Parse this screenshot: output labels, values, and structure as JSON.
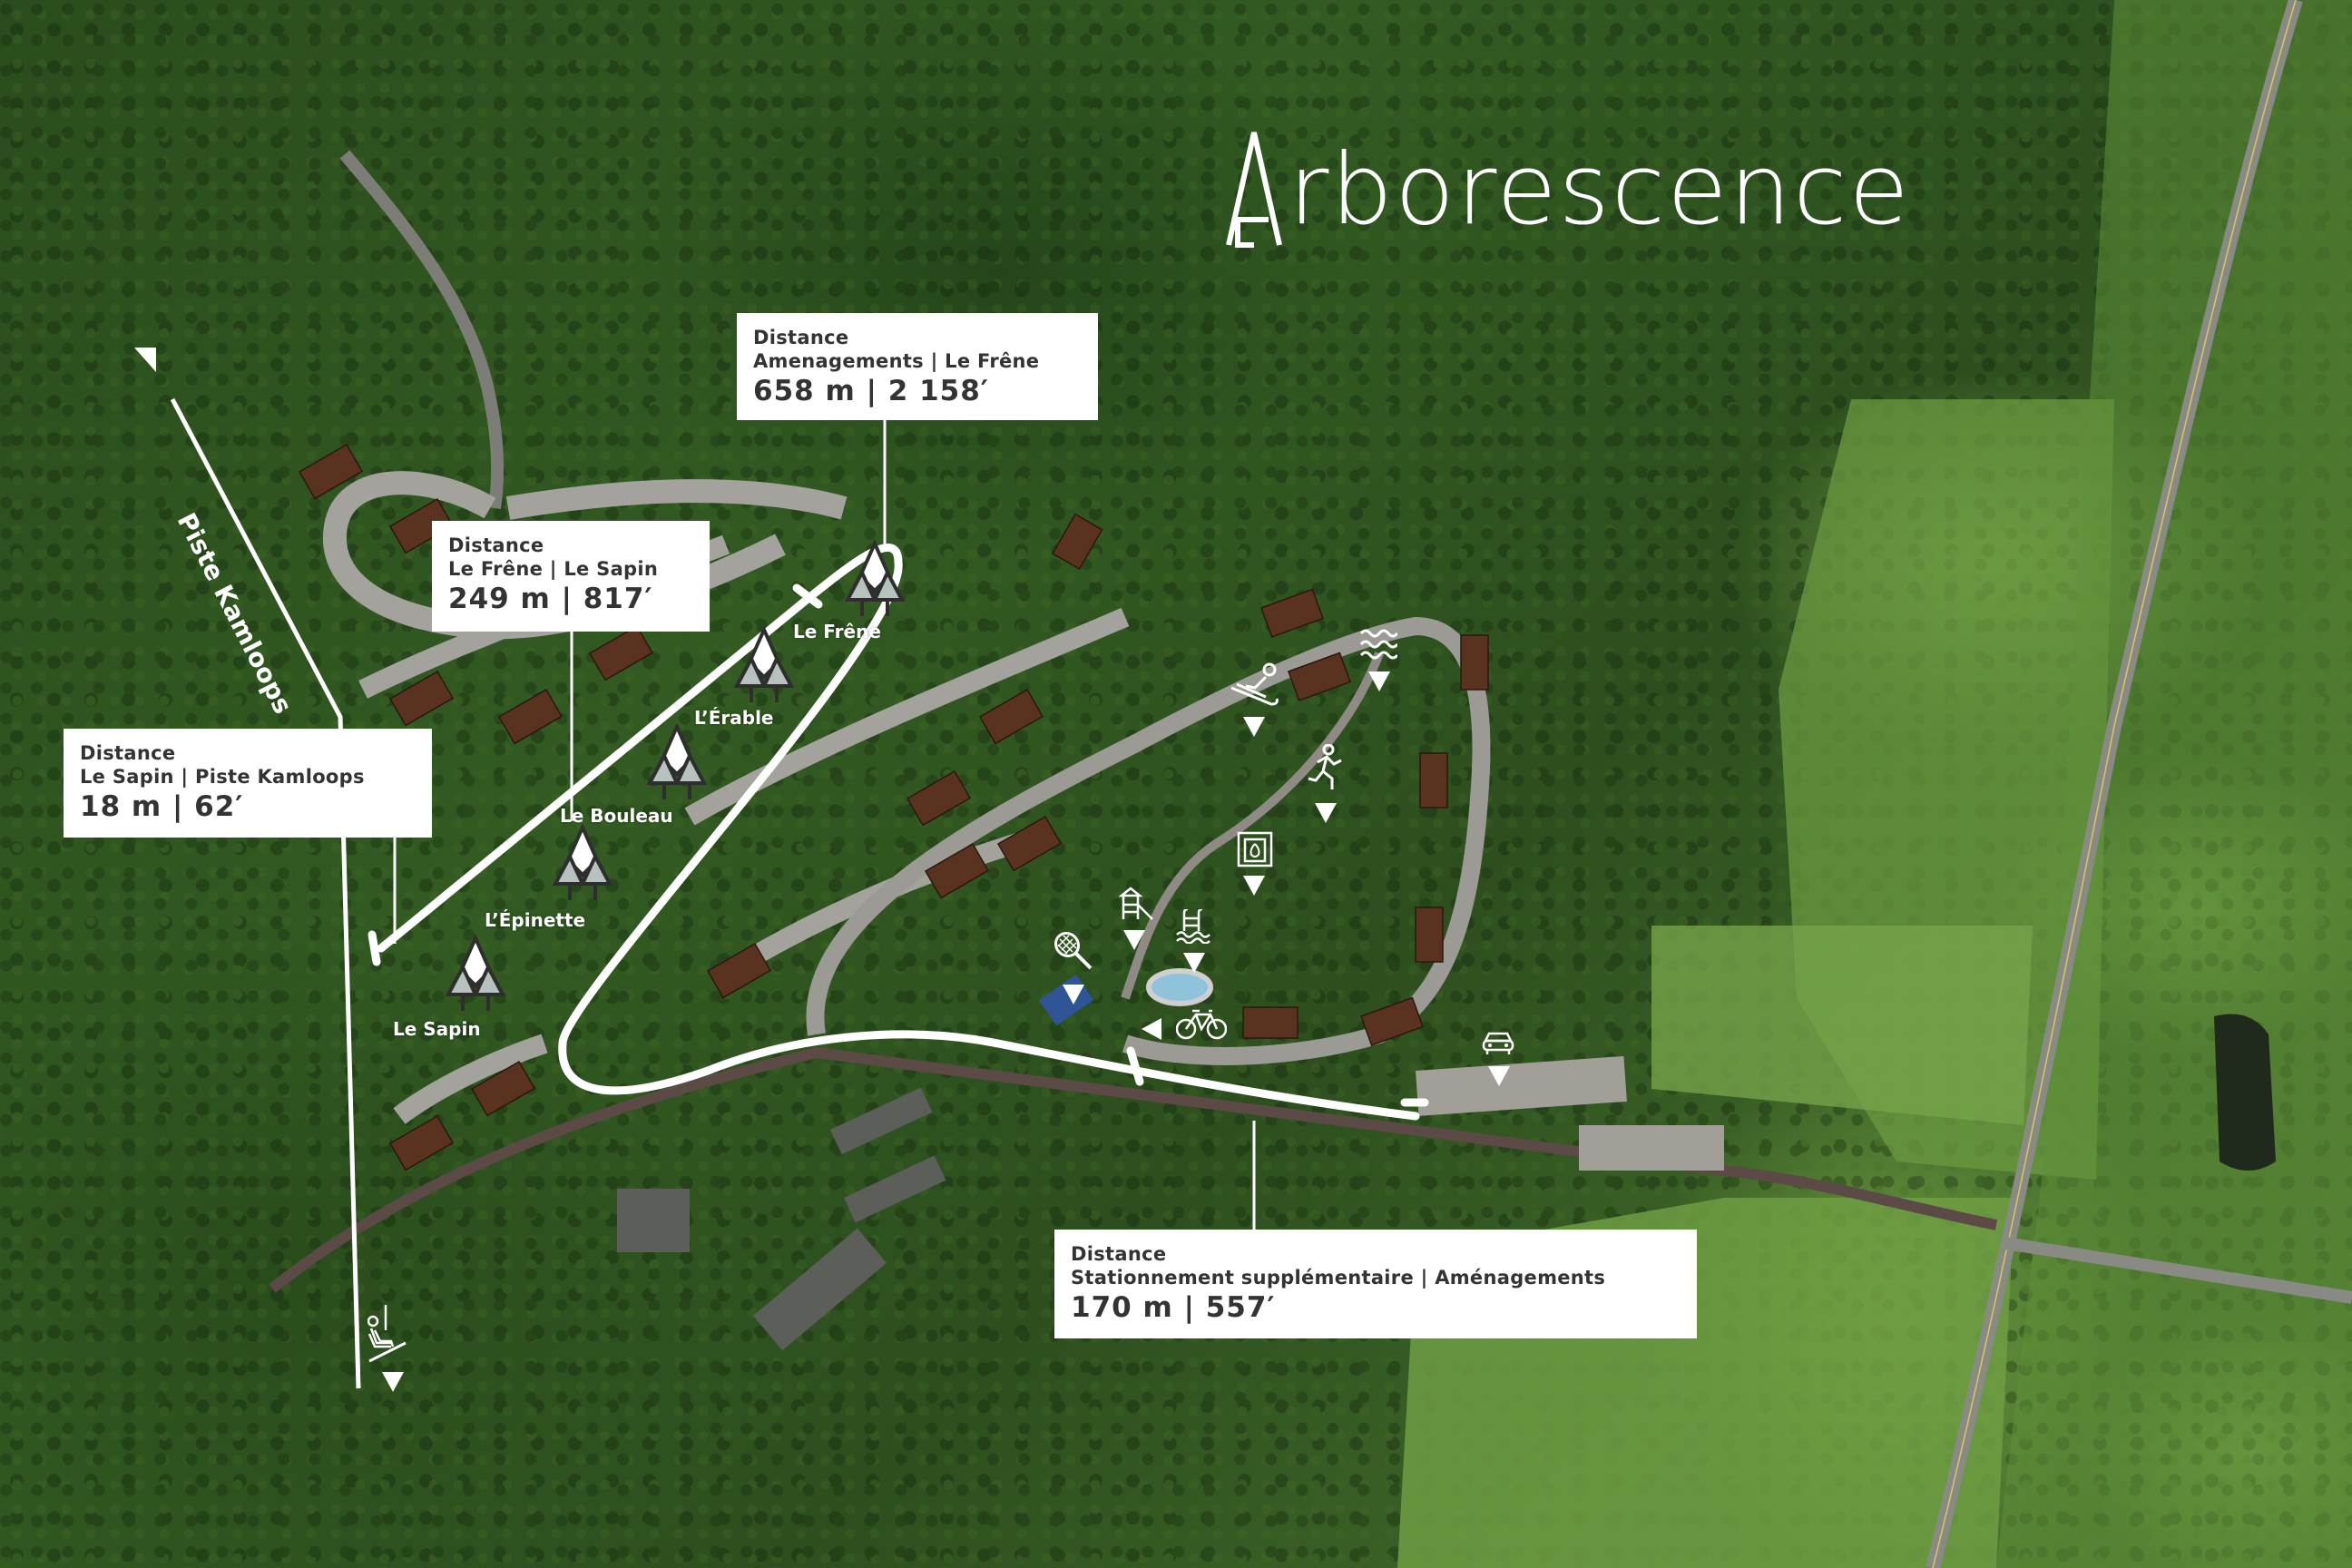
{
  "brand": {
    "name_rest": "rborescence",
    "name_full": "Arborescence"
  },
  "colors": {
    "callout_bg": "#ffffff",
    "callout_text": "#333333",
    "path_white": "#ffffff",
    "trail_gray": "#9c9a94",
    "roof_brown": "#5a3220",
    "forest_dark": "#2b4d1d",
    "field_green": "#6c9a3f",
    "tree_icon_fill": "#b7c1bd",
    "tree_icon_stroke": "#2e2e2e",
    "tennis_court": "#2f5597",
    "pool_water": "#8fc3da"
  },
  "callouts": [
    {
      "id": "frene-amenagements",
      "title": "Distance",
      "route": "Amenagements  |  Le Frêne",
      "value": "658 m  |  2 158′"
    },
    {
      "id": "frene-sapin",
      "title": "Distance",
      "route": "Le Frêne  |  Le Sapin",
      "value": "249 m  |  817′"
    },
    {
      "id": "sapin-kamloops",
      "title": "Distance",
      "route": "Le Sapin  |  Piste Kamloops",
      "value": "18 m  |  62′"
    },
    {
      "id": "stationnement-amenagements",
      "title": "Distance",
      "route": "Stationnement supplémentaire  |  Aménagements",
      "value": "170 m  |  557′"
    }
  ],
  "buildings": [
    {
      "label": "Le Frêne"
    },
    {
      "label": "L’Érable"
    },
    {
      "label": "Le Bouleau"
    },
    {
      "label": "L’Épinette"
    },
    {
      "label": "Le Sapin"
    }
  ],
  "trail": {
    "label": "Piste Kamloops"
  },
  "amenities": [
    {
      "icon": "sledding-icon",
      "name": "Sledding"
    },
    {
      "icon": "water-waves-icon",
      "name": "Stream"
    },
    {
      "icon": "running-icon",
      "name": "Running trail"
    },
    {
      "icon": "fireplace-icon",
      "name": "Fire pit"
    },
    {
      "icon": "playground-icon",
      "name": "Playground"
    },
    {
      "icon": "swimming-pool-icon",
      "name": "Pool"
    },
    {
      "icon": "tennis-icon",
      "name": "Tennis court"
    },
    {
      "icon": "bicycle-icon",
      "name": "Bike path"
    },
    {
      "icon": "car-icon",
      "name": "Parking"
    },
    {
      "icon": "chairlift-icon",
      "name": "Chairlift"
    }
  ]
}
